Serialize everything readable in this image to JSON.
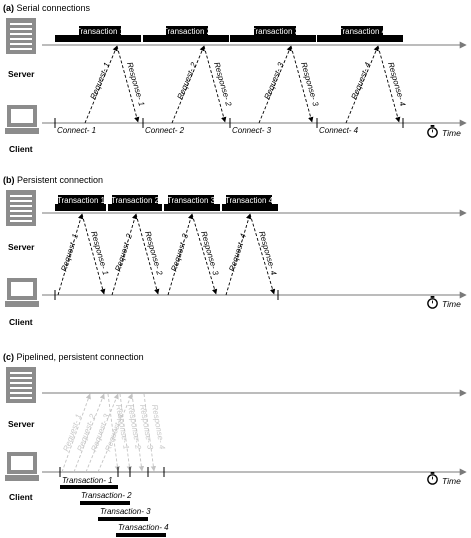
{
  "sections": [
    {
      "letter": "(a)",
      "title": "Serial connections",
      "server_label": "Server",
      "client_label": "Client",
      "time_label": "Time",
      "transactions": [
        "Transaction 1",
        "Transaction 2",
        "Transaction 3",
        "Transaction 4"
      ],
      "requests": [
        "Request- 1",
        "Request- 2",
        "Request- 3",
        "Request- 4"
      ],
      "responses": [
        "Response- 1",
        "Response- 2",
        "Response- 3",
        "Response- 4"
      ],
      "connects": [
        "Connect- 1",
        "Connect- 2",
        "Connect- 3",
        "Connect- 4"
      ]
    },
    {
      "letter": "(b)",
      "title": "Persistent connection",
      "server_label": "Server",
      "client_label": "Client",
      "time_label": "Time",
      "transactions": [
        "Transaction 1",
        "Transaction 2",
        "Transaction 3",
        "Transaction 4"
      ],
      "requests": [
        "Request- 1",
        "Request- 2",
        "Request- 3",
        "Request- 4"
      ],
      "responses": [
        "Response- 1",
        "Response- 2",
        "Response- 3",
        "Response- 4"
      ]
    },
    {
      "letter": "(c)",
      "title": "Pipelined, persistent connection",
      "server_label": "Server",
      "client_label": "Client",
      "time_label": "Time",
      "transactions": [
        "Transaction- 1",
        "Transaction- 2",
        "Transaction- 3",
        "Transaction- 4"
      ],
      "requests": [
        "Request- 1",
        "Request- 2",
        "Request- 3",
        "Request- 4"
      ],
      "responses": [
        "Response- 1",
        "Response- 2",
        "Response- 3",
        "Response- 4"
      ]
    }
  ]
}
